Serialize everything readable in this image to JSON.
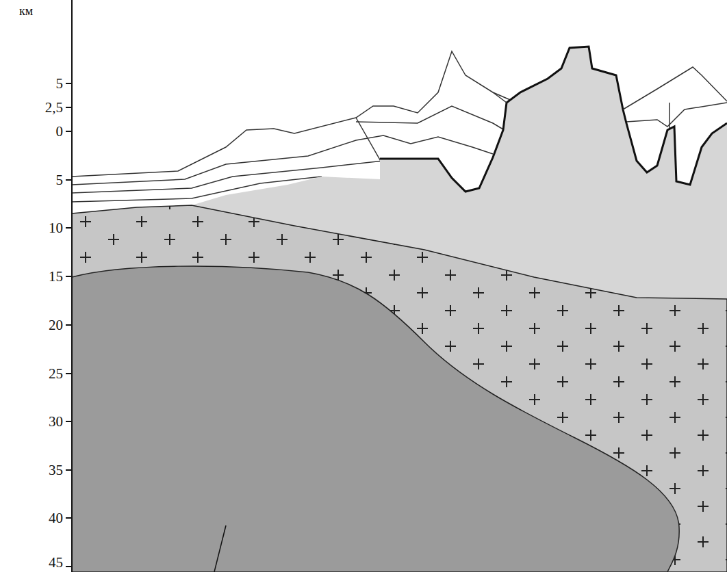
{
  "diagram": {
    "labels": [
      "км",
      "5",
      "2,5",
      "0",
      "5",
      "10",
      "15",
      "20",
      "25",
      "30",
      "35",
      "40",
      "45"
    ]
  }
}
